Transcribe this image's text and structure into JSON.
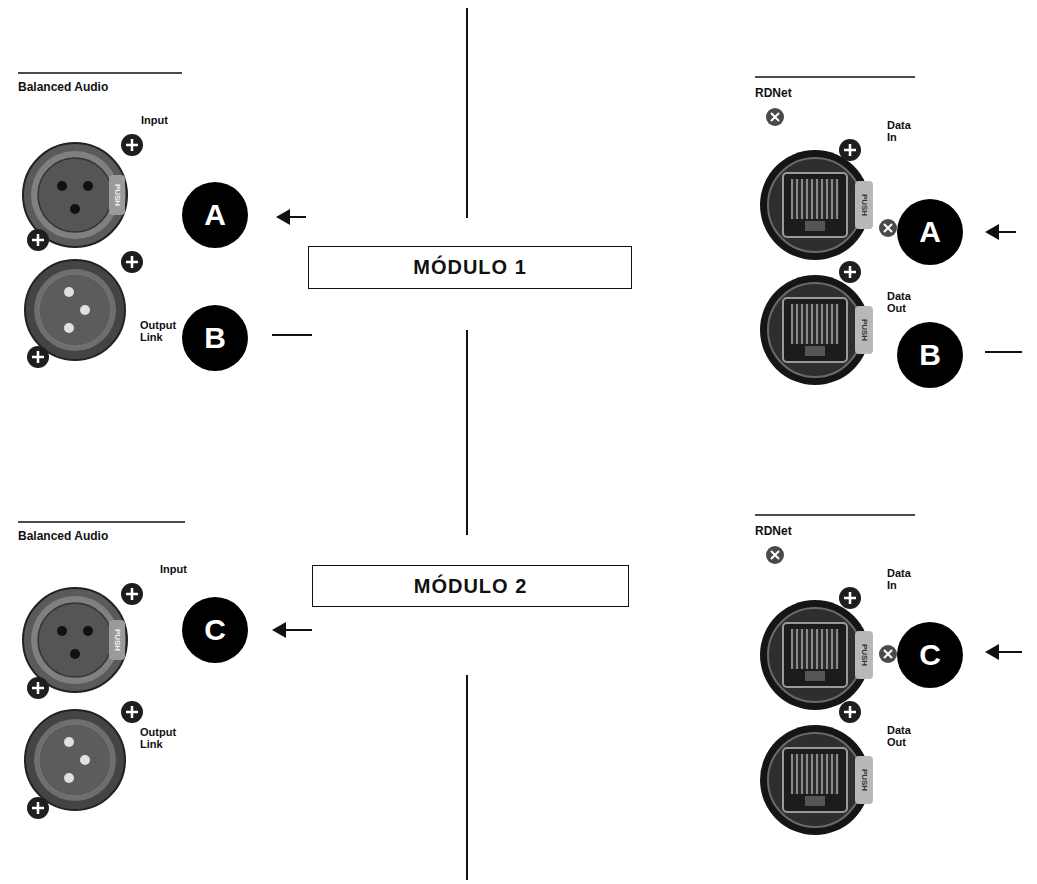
{
  "diagram": {
    "nodes": [
      {
        "text": [
          "A"
        ]
      },
      {
        "text": [
          "A"
        ]
      },
      {
        "text": [
          "MÓDULO 1"
        ]
      },
      {
        "text": [
          "B"
        ]
      },
      {
        "text": [
          "B"
        ]
      },
      {
        "text": [
          "MÓDULO 2"
        ]
      },
      {
        "text": [
          "C"
        ]
      },
      {
        "text": [
          "C"
        ]
      }
    ],
    "labels": [
      "Balanced Audio",
      "Input",
      "PUSH",
      "Output Link",
      "RDNet",
      "Data In",
      "PUSH",
      "Data Out",
      "PUSH",
      "Balanced Audio",
      "Input",
      "PUSH",
      "Output Link",
      "RDNet",
      "Data In",
      "PUSH",
      "Data Out",
      "PUSH"
    ]
  }
}
